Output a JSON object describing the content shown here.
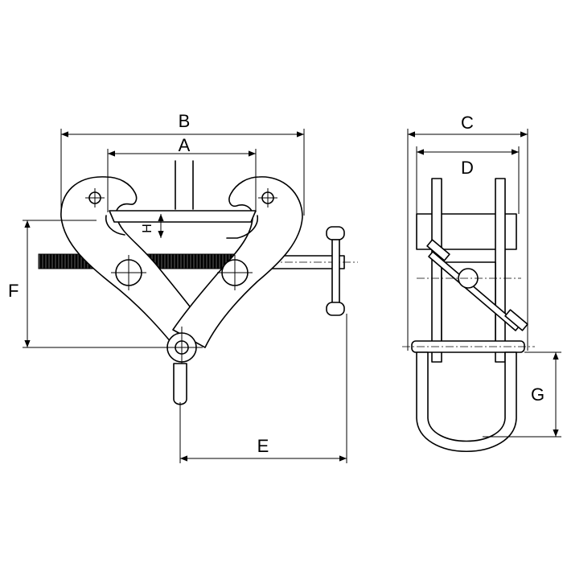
{
  "dimension_labels": {
    "A": "A",
    "B": "B",
    "C": "C",
    "D": "D",
    "E": "E",
    "F": "F",
    "G": "G",
    "H": "H"
  }
}
